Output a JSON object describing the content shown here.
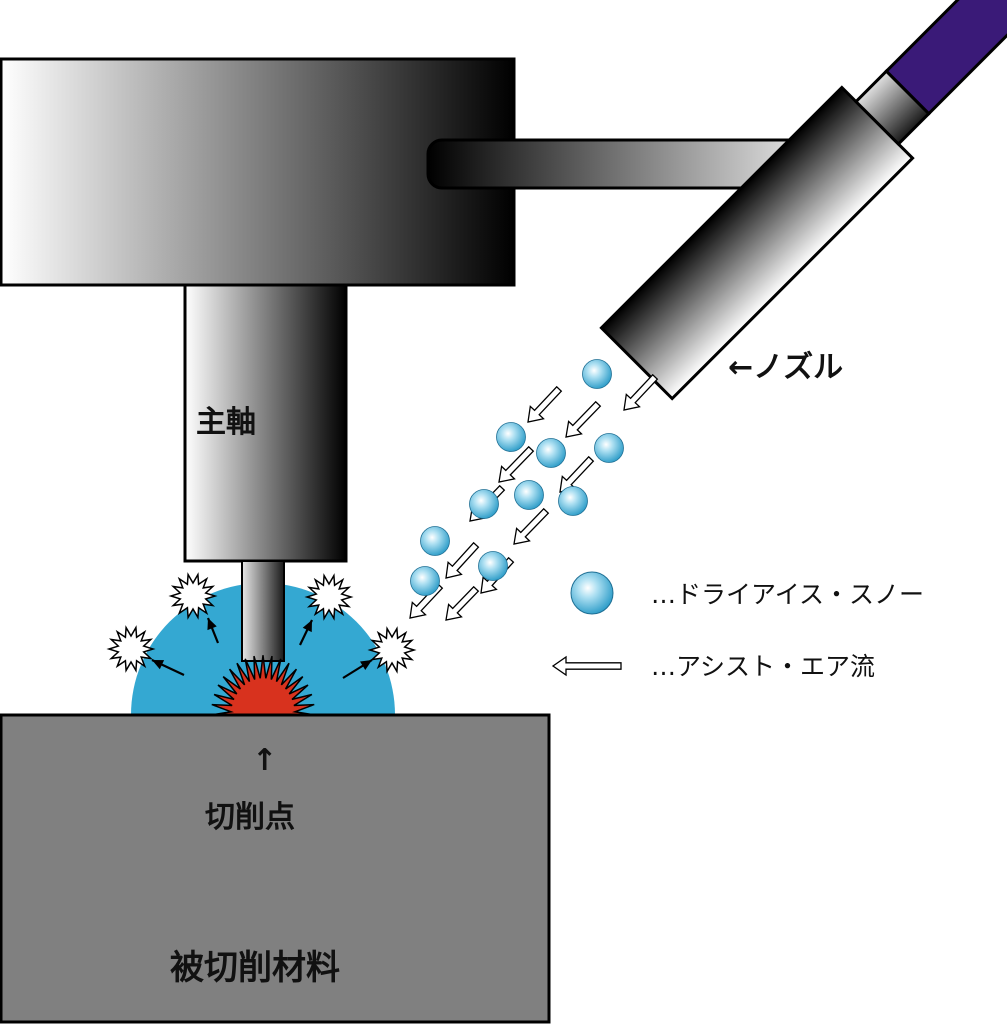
{
  "labels": {
    "nozzle": "←ノズル",
    "spindle": "主軸",
    "cutting_point": "切削点",
    "workpiece": "被切削材料",
    "cutting_point_arrow": "↑"
  },
  "legend": {
    "dry_ice_snow": "…ドライアイス・スノー",
    "assist_air_flow": "…アシスト・エア流"
  },
  "colors": {
    "coolant_dome": "#34a8d2",
    "workpiece": "#808080",
    "heat_burst": "#d8321e",
    "nozzle_cap": "#3a1a78",
    "snow_particle": "#5ab8dc"
  }
}
